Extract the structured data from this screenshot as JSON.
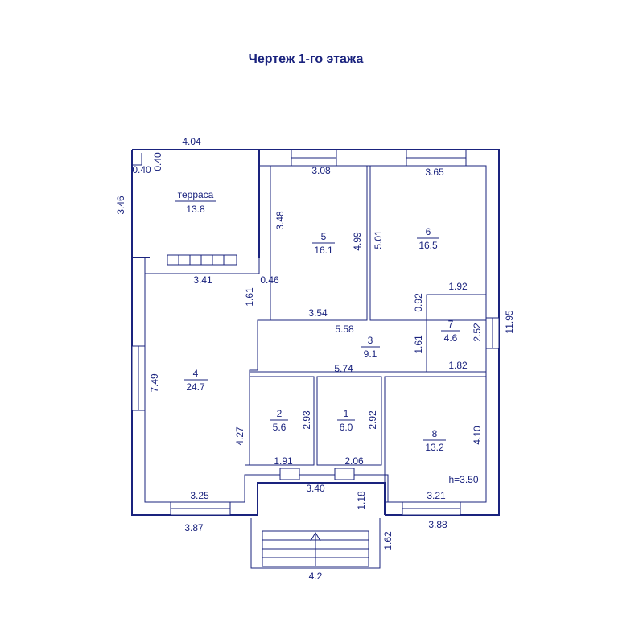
{
  "title": "Чертеж 1-го этажа",
  "terrace": {
    "name": "терраса",
    "area": "13.8"
  },
  "rooms": [
    {
      "id": "room-5",
      "number": "5",
      "area": "16.1"
    },
    {
      "id": "room-6",
      "number": "6",
      "area": "16.5"
    },
    {
      "id": "room-7",
      "number": "7",
      "area": "4.6"
    },
    {
      "id": "room-3",
      "number": "3",
      "area": "9.1"
    },
    {
      "id": "room-4",
      "number": "4",
      "area": "24.7"
    },
    {
      "id": "room-2",
      "number": "2",
      "area": "5.6"
    },
    {
      "id": "room-1",
      "number": "1",
      "area": "6.0"
    },
    {
      "id": "room-8",
      "number": "8",
      "area": "13.2"
    }
  ],
  "ceiling_height": "h=3.50",
  "dimensions": {
    "terrace_top": "4.04",
    "terrace_corner_h": "0.40",
    "terrace_corner_v": "0.40",
    "terrace_left": "3.46",
    "room5_top": "3.08",
    "room6_top": "3.65",
    "room5_left": "3.48",
    "room5_right": "4.99",
    "room6_left": "5.01",
    "room4_top": "3.41",
    "step_046": "0.46",
    "corridor_161_left": "1.61",
    "room5_bottom": "3.54",
    "room7_top": "1.92",
    "room7_left": "0.92",
    "room7_right": "2.52",
    "overall_right": "11.95",
    "corridor_top": "5.58",
    "corridor_right": "1.61",
    "room7_bottom": "1.82",
    "corridor_bottom": "5.74",
    "room4_left": "7.49",
    "room4_right": "4.27",
    "room2_right": "2.93",
    "room1_right": "2.92",
    "room8_right": "4.10",
    "room2_bottom": "1.91",
    "room1_bottom": "2.06",
    "porch_inner": "3.40",
    "porch_depth": "1.18",
    "room4_bottom": "3.25",
    "room8_bottom": "3.21",
    "outer_bottom_left": "3.87",
    "outer_bottom_right": "3.88",
    "stairs_depth": "1.62",
    "stairs_width": "4.2"
  }
}
